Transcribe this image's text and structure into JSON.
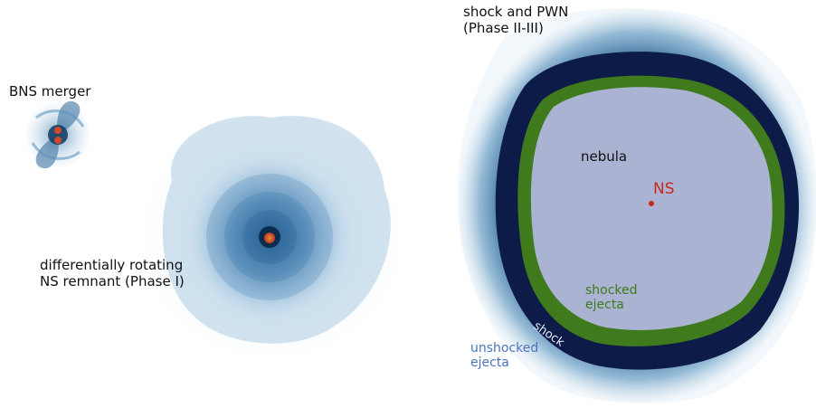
{
  "labels": {
    "bns_merger": "BNS merger",
    "remnant_line1": "differentially rotating",
    "remnant_line2": "NS remnant (Phase I)",
    "pwn_line1": "shock and PWN",
    "pwn_line2": "(Phase II-III)",
    "nebula": "nebula",
    "ns": "NS",
    "shocked_line1": "shocked",
    "shocked_line2": "ejecta",
    "shock": "shock",
    "unshocked_line1": "unshocked",
    "unshocked_line2": "ejecta"
  },
  "colors": {
    "nebula_fill": "#aab3d2",
    "shocked_ejecta": "#3f7a1c",
    "shock_shell": "#0f1c4a",
    "outer_ejecta": "#1f5e8c",
    "remnant_blue": "#2f6fa3",
    "core_orange": "#d2522a",
    "ns_red": "#c8281e",
    "unshocked_text": "#4a74c0"
  }
}
